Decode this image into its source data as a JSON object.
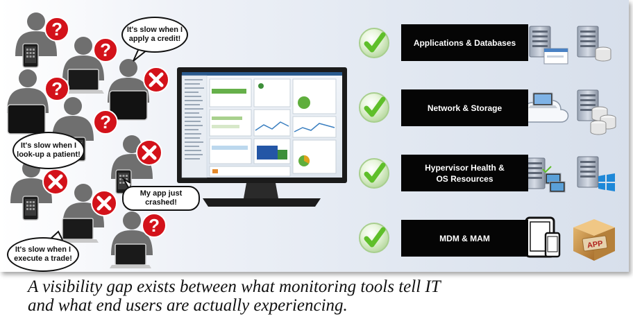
{
  "bubbles": {
    "credit": "It's slow when I\napply a credit!",
    "patient": "It's slow when I\nlook-up a patient!",
    "crashed": "My app just crashed!",
    "trade": "It's slow when I\nexecute a trade!"
  },
  "layers": [
    {
      "label": "Applications & Databases",
      "status": "ok"
    },
    {
      "label": "Network & Storage",
      "status": "ok"
    },
    {
      "label": "Hypervisor Health &\nOS Resources",
      "status": "ok"
    },
    {
      "label": "MDM & MAM",
      "status": "ok"
    }
  ],
  "app_badge": "APP",
  "caption": {
    "line1": "A visibility gap exists between what monitoring tools tell IT",
    "line2": "and what end users are actually experiencing."
  },
  "colors": {
    "check_green": "#5fbf2a",
    "question_red": "#d3121a",
    "label_bg": "#050505",
    "person_gray": "#6f6f6f"
  }
}
